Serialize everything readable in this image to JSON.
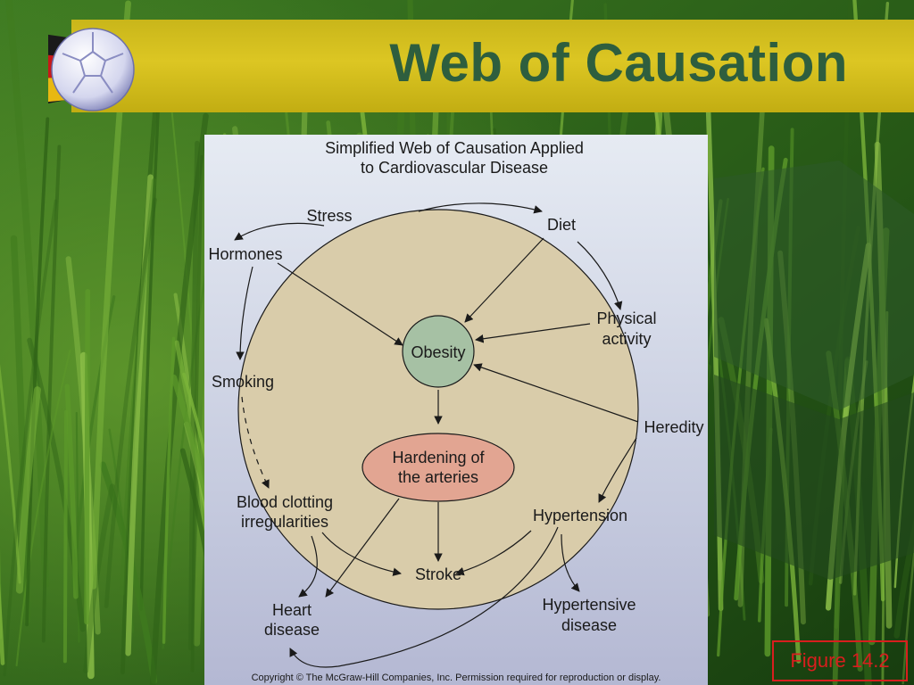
{
  "slide": {
    "title": "Web of Causation",
    "figure_label": "Figure 14.2"
  },
  "diagram": {
    "title_line1": "Simplified Web of Causation Applied",
    "title_line2": "to Cardiovascular Disease",
    "nodes": {
      "stress": "Stress",
      "diet": "Diet",
      "hormones": "Hormones",
      "physical_1": "Physical",
      "physical_2": "activity",
      "obesity": "Obesity",
      "smoking": "Smoking",
      "heredity": "Heredity",
      "hardening_1": "Hardening of",
      "hardening_2": "the arteries",
      "blood_1": "Blood clotting",
      "blood_2": "irregularities",
      "hypertension": "Hypertension",
      "stroke": "Stroke",
      "heart_1": "Heart",
      "heart_2": "disease",
      "hyperdis_1": "Hypertensive",
      "hyperdis_2": "disease"
    },
    "copyright": "Copyright © The McGraw-Hill Companies, Inc. Permission required for reproduction or display.",
    "colors": {
      "circle_fill": "#d9ccaa",
      "obesity_fill": "#a6c1a4",
      "hardening_fill": "#e2a592",
      "banner": "#d4bf1f",
      "title_text": "#2e5e3e",
      "figure_label": "#d81e1e"
    }
  }
}
